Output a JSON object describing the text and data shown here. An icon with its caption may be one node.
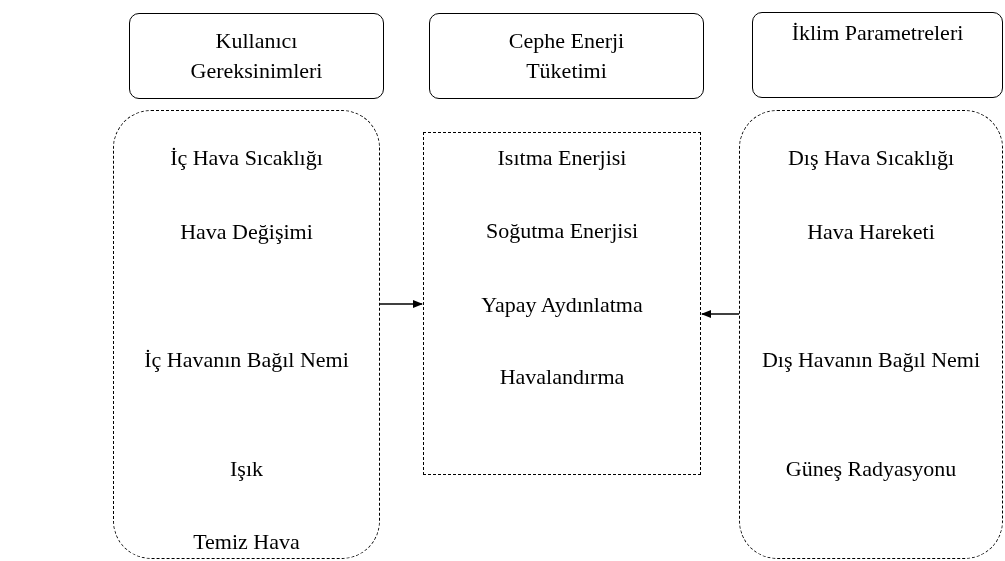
{
  "diagram": {
    "nodes": [
      {
        "text": [
          "Kullanıcı Gereksinimleri"
        ]
      },
      {
        "text": [
          "Cephe Enerji Tüketimi"
        ]
      },
      {
        "text": [
          "İklim Parametreleri"
        ]
      },
      {
        "text": [
          "İç Hava Sıcaklığı",
          "Hava Değişimi",
          "İç Havanın Bağıl Nemi",
          "Işık",
          "Temiz Hava"
        ]
      },
      {
        "text": [
          "Isıtma Enerjisi",
          "Soğutma Enerjisi",
          "Yapay Aydınlatma",
          "Havalandırma"
        ]
      },
      {
        "text": [
          "Dış Hava Sıcaklığı",
          "Hava Hareketi",
          "Dış Havanın Bağıl Nemi",
          "Güneş Radyasyonu"
        ]
      }
    ],
    "edges": [
      {
        "from": 3,
        "to": 4,
        "arrow": "to"
      },
      {
        "from": 5,
        "to": 4,
        "arrow": "to"
      }
    ]
  }
}
